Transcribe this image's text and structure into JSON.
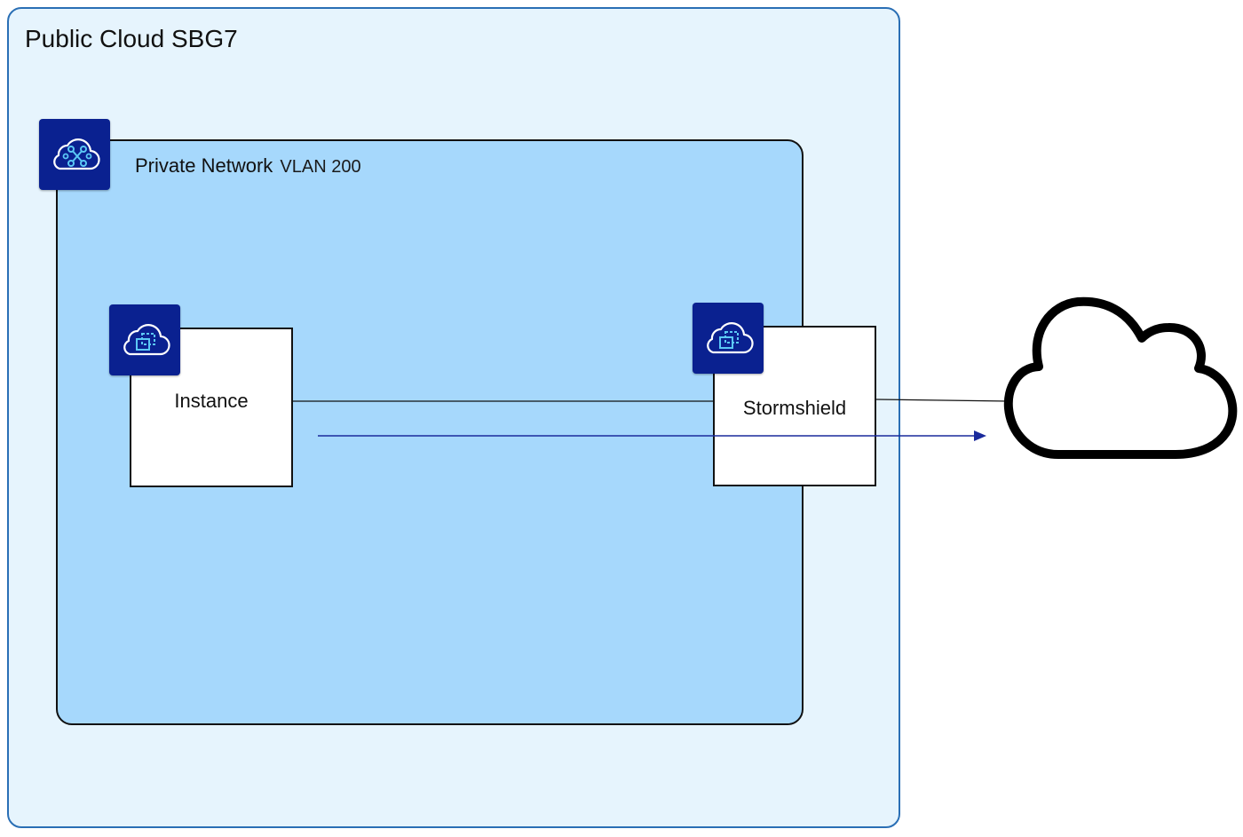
{
  "public_cloud": {
    "title": "Public Cloud SBG7"
  },
  "private_network": {
    "label": "Private Network",
    "vlan": "VLAN 200",
    "icon": "private-network-cloud-icon"
  },
  "nodes": {
    "instance": {
      "label": "Instance",
      "icon": "instance-cloud-icon"
    },
    "stormshield": {
      "label": "Stormshield",
      "icon": "instance-cloud-icon"
    }
  },
  "internet": {
    "icon": "internet-cloud-icon"
  },
  "colors": {
    "public_cloud_fill": "#e6f4fd",
    "public_cloud_border": "#2a6fb5",
    "private_network_fill": "#a6d8fc",
    "badge_fill": "#0a2190",
    "icon_stroke": "#5bc8f5",
    "arrow": "#1a2a9c"
  }
}
